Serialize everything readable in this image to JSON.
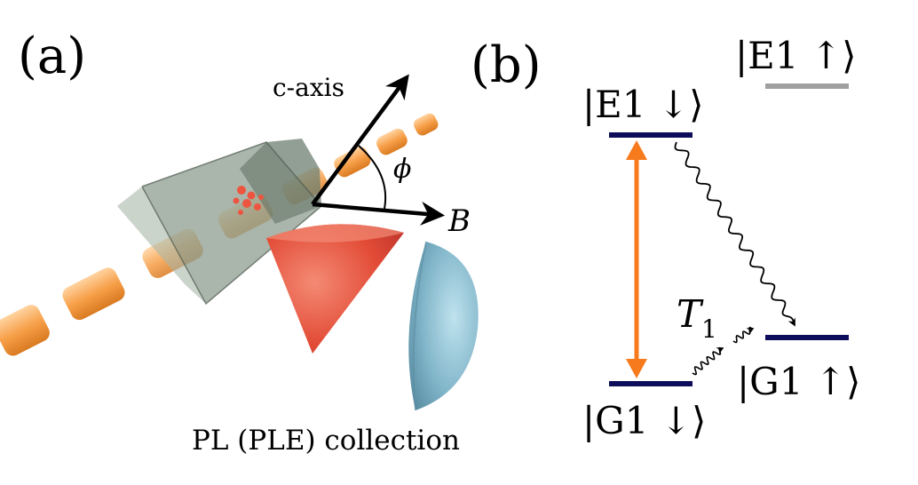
{
  "panel_a": {
    "label": "(a)",
    "c_axis_label": "c-axis",
    "phi_label": "ϕ",
    "b_label": "B",
    "collection_label": "PL (PLE) collection"
  },
  "panel_b": {
    "label": "(b)",
    "e1_down": "|E1 ↓⟩",
    "e1_up": "|E1 ↑⟩",
    "g1_down": "|G1 ↓⟩",
    "g1_up": "|G1 ↑⟩",
    "t1_main": "T",
    "t1_sub": "1"
  },
  "colors": {
    "beam": "#f7a04a",
    "crystal": "#8a9a8c",
    "cone": "#e8503a",
    "lens": "#6aa5bd",
    "level": "#0d0d5a",
    "level_inactive": "#a0a0a0",
    "excitation": "#f77a1c"
  }
}
